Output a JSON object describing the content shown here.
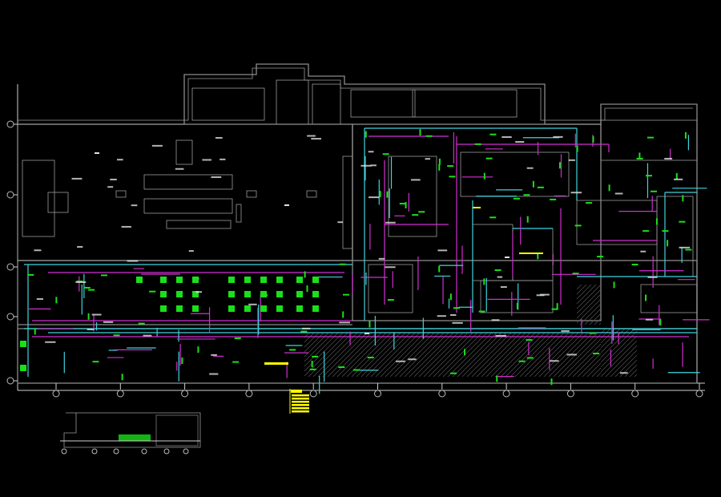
{
  "drawing": {
    "type": "HVAC floor plan (CAD, dark background)",
    "colors": {
      "background": "#000000",
      "walls": "#8a8a8a",
      "supply_duct": "#3fd4dc",
      "return_duct": "#d12fd1",
      "diffusers": "#19e019",
      "legend": "#ffff00",
      "axis": "#cfcfcf"
    },
    "bottom_axis_bubble_count": 11,
    "left_axis_bubble_count": 5
  }
}
